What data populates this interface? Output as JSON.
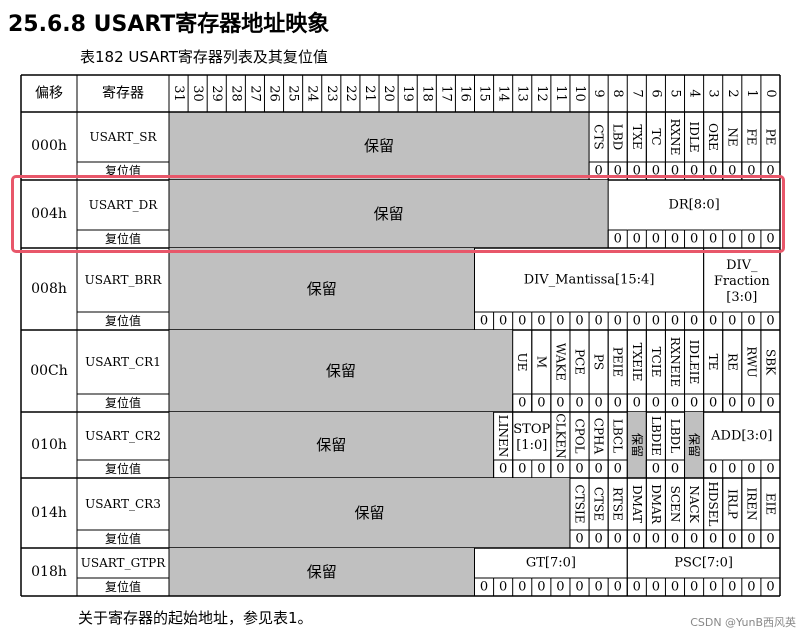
{
  "title": "25.6.8  USART寄存器地址映象",
  "caption": "表182  USART寄存器列表及其复位值",
  "footer": "关于寄存器的起始地址，参见表1。",
  "watermark": "CSDN @YunB西风英",
  "header": {
    "offset": "偏移",
    "register": "寄存器"
  },
  "reset_label": "复位值",
  "reserved_label": "保留",
  "colors": {
    "reserved": "#c0c0c0",
    "highlight": "#e8576a"
  },
  "registers": [
    {
      "offset": "000h",
      "name": "USART_SR",
      "cells": [
        {
          "label": "保留",
          "hi": 31,
          "lo": 10,
          "reserved": true
        },
        {
          "label": "CTS",
          "hi": 9,
          "lo": 9,
          "vertical": true
        },
        {
          "label": "LBD",
          "hi": 8,
          "lo": 8,
          "vertical": true
        },
        {
          "label": "TXE",
          "hi": 7,
          "lo": 7,
          "vertical": true
        },
        {
          "label": "TC",
          "hi": 6,
          "lo": 6,
          "vertical": true
        },
        {
          "label": "RXNE",
          "hi": 5,
          "lo": 5,
          "vertical": true
        },
        {
          "label": "IDLE",
          "hi": 4,
          "lo": 4,
          "vertical": true
        },
        {
          "label": "ORE",
          "hi": 3,
          "lo": 3,
          "vertical": true
        },
        {
          "label": "NE",
          "hi": 2,
          "lo": 2,
          "vertical": true
        },
        {
          "label": "FE",
          "hi": 1,
          "lo": 1,
          "vertical": true
        },
        {
          "label": "PE",
          "hi": 0,
          "lo": 0,
          "vertical": true
        }
      ],
      "resets": [
        "0",
        "0",
        "0",
        "0",
        "0",
        "0",
        "0",
        "0",
        "0",
        "0"
      ]
    },
    {
      "offset": "004h",
      "name": "USART_DR",
      "cells": [
        {
          "label": "保留",
          "hi": 31,
          "lo": 9,
          "reserved": true
        },
        {
          "label": "DR[8:0]",
          "hi": 8,
          "lo": 0
        }
      ],
      "resets": [
        "0",
        "0",
        "0",
        "0",
        "0",
        "0",
        "0",
        "0",
        "0"
      ]
    },
    {
      "offset": "008h",
      "name": "USART_BRR",
      "cells": [
        {
          "label": "保留",
          "hi": 31,
          "lo": 16,
          "reserved": true
        },
        {
          "label": "DIV_Mantissa[15:4]",
          "hi": 15,
          "lo": 4
        },
        {
          "label": "DIV_ Fraction [3:0]",
          "hi": 3,
          "lo": 0
        }
      ],
      "resets": [
        "0",
        "0",
        "0",
        "0",
        "0",
        "0",
        "0",
        "0",
        "0",
        "0",
        "0",
        "0",
        "0",
        "0",
        "0",
        "0"
      ]
    },
    {
      "offset": "00Ch",
      "name": "USART_CR1",
      "cells": [
        {
          "label": "保留",
          "hi": 31,
          "lo": 14,
          "reserved": true
        },
        {
          "label": "UE",
          "hi": 13,
          "lo": 13,
          "vertical": true
        },
        {
          "label": "M",
          "hi": 12,
          "lo": 12,
          "vertical": true
        },
        {
          "label": "WAKE",
          "hi": 11,
          "lo": 11,
          "vertical": true
        },
        {
          "label": "PCE",
          "hi": 10,
          "lo": 10,
          "vertical": true
        },
        {
          "label": "PS",
          "hi": 9,
          "lo": 9,
          "vertical": true
        },
        {
          "label": "PEIE",
          "hi": 8,
          "lo": 8,
          "vertical": true
        },
        {
          "label": "TXEIE",
          "hi": 7,
          "lo": 7,
          "vertical": true
        },
        {
          "label": "TCIE",
          "hi": 6,
          "lo": 6,
          "vertical": true
        },
        {
          "label": "RXNEIE",
          "hi": 5,
          "lo": 5,
          "vertical": true
        },
        {
          "label": "IDLEIE",
          "hi": 4,
          "lo": 4,
          "vertical": true
        },
        {
          "label": "TE",
          "hi": 3,
          "lo": 3,
          "vertical": true
        },
        {
          "label": "RE",
          "hi": 2,
          "lo": 2,
          "vertical": true
        },
        {
          "label": "RWU",
          "hi": 1,
          "lo": 1,
          "vertical": true
        },
        {
          "label": "SBK",
          "hi": 0,
          "lo": 0,
          "vertical": true
        }
      ],
      "resets": [
        "0",
        "0",
        "0",
        "0",
        "0",
        "0",
        "0",
        "0",
        "0",
        "0",
        "0",
        "0",
        "0",
        "0"
      ]
    },
    {
      "offset": "010h",
      "name": "USART_CR2",
      "cells": [
        {
          "label": "保留",
          "hi": 31,
          "lo": 15,
          "reserved": true
        },
        {
          "label": "LINEN",
          "hi": 14,
          "lo": 14,
          "vertical": true
        },
        {
          "label": "STOP [1:0]",
          "hi": 13,
          "lo": 12
        },
        {
          "label": "CLKEN",
          "hi": 11,
          "lo": 11,
          "vertical": true
        },
        {
          "label": "CPOL",
          "hi": 10,
          "lo": 10,
          "vertical": true
        },
        {
          "label": "CPHA",
          "hi": 9,
          "lo": 9,
          "vertical": true
        },
        {
          "label": "LBCL",
          "hi": 8,
          "lo": 8,
          "vertical": true
        },
        {
          "label": "保留",
          "hi": 7,
          "lo": 7,
          "vertical": true,
          "reserved": true
        },
        {
          "label": "LBDIE",
          "hi": 6,
          "lo": 6,
          "vertical": true
        },
        {
          "label": "LBDL",
          "hi": 5,
          "lo": 5,
          "vertical": true
        },
        {
          "label": "保留",
          "hi": 4,
          "lo": 4,
          "vertical": true,
          "reserved": true
        },
        {
          "label": "ADD[3:0]",
          "hi": 3,
          "lo": 0
        }
      ],
      "resets": [
        "0",
        "0",
        "0",
        "0",
        "0",
        "0",
        "0",
        "",
        "0",
        "0",
        "",
        "0",
        "0",
        "0",
        "0"
      ]
    },
    {
      "offset": "014h",
      "name": "USART_CR3",
      "cells": [
        {
          "label": "保留",
          "hi": 31,
          "lo": 11,
          "reserved": true
        },
        {
          "label": "CTSIE",
          "hi": 10,
          "lo": 10,
          "vertical": true
        },
        {
          "label": "CTSE",
          "hi": 9,
          "lo": 9,
          "vertical": true
        },
        {
          "label": "RTSE",
          "hi": 8,
          "lo": 8,
          "vertical": true
        },
        {
          "label": "DMAT",
          "hi": 7,
          "lo": 7,
          "vertical": true
        },
        {
          "label": "DMAR",
          "hi": 6,
          "lo": 6,
          "vertical": true
        },
        {
          "label": "SCEN",
          "hi": 5,
          "lo": 5,
          "vertical": true
        },
        {
          "label": "NACK",
          "hi": 4,
          "lo": 4,
          "vertical": true
        },
        {
          "label": "HDSEL",
          "hi": 3,
          "lo": 3,
          "vertical": true
        },
        {
          "label": "IRLP",
          "hi": 2,
          "lo": 2,
          "vertical": true
        },
        {
          "label": "IREN",
          "hi": 1,
          "lo": 1,
          "vertical": true
        },
        {
          "label": "EIE",
          "hi": 0,
          "lo": 0,
          "vertical": true
        }
      ],
      "resets": [
        "0",
        "0",
        "0",
        "0",
        "0",
        "0",
        "0",
        "0",
        "0",
        "0",
        "0"
      ]
    },
    {
      "offset": "018h",
      "name": "USART_GTPR",
      "cells": [
        {
          "label": "保留",
          "hi": 31,
          "lo": 16,
          "reserved": true
        },
        {
          "label": "GT[7:0]",
          "hi": 15,
          "lo": 8
        },
        {
          "label": "PSC[7:0]",
          "hi": 7,
          "lo": 0
        }
      ],
      "resets": [
        "0",
        "0",
        "0",
        "0",
        "0",
        "0",
        "0",
        "0",
        "0",
        "0",
        "0",
        "0",
        "0",
        "0",
        "0",
        "0"
      ]
    }
  ]
}
